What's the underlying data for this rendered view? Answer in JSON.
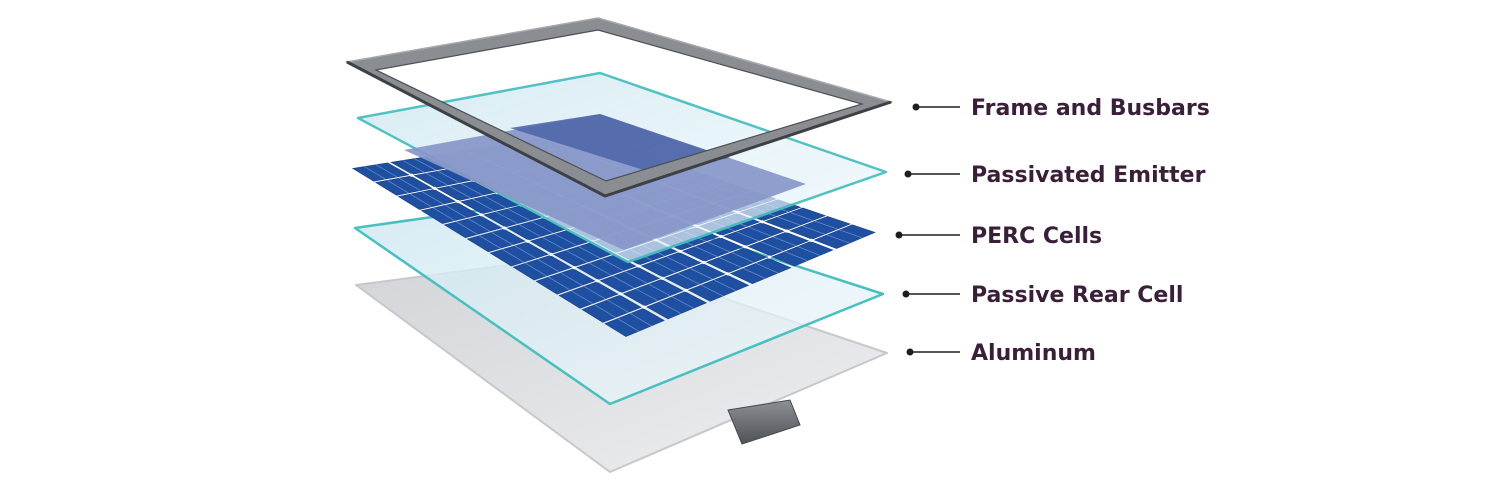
{
  "layers": [
    {
      "id": "frame",
      "label": "Frame and Busbars",
      "color": "#7a7d80"
    },
    {
      "id": "emitter",
      "label": "Passivated Emitter",
      "color": "#8a9bd0"
    },
    {
      "id": "cells",
      "label": "PERC Cells",
      "color": "#1f4fa0"
    },
    {
      "id": "rear",
      "label": "Passive Rear Cell",
      "color": "#5fc7c9"
    },
    {
      "id": "aluminum",
      "label": "Aluminum",
      "color": "#e4e5e7"
    }
  ],
  "colors": {
    "label_text": "#3a1f38",
    "glass_edge": "#48bfc0",
    "cell_blue": "#1f4fa0",
    "cell_gap": "#ffffff",
    "backsheet": "#e4e5e7",
    "junction_box": "#6f7276"
  }
}
